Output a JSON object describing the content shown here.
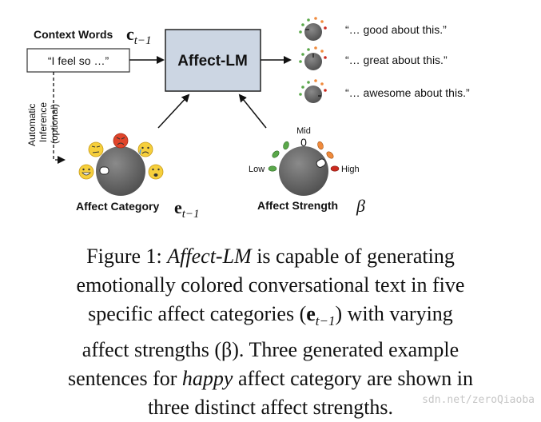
{
  "diagram": {
    "context_label": "Context Words",
    "context_symbol": "c",
    "context_subscript": "t−1",
    "input_text": "“I feel so …”",
    "model_label": "Affect-LM",
    "inference_line1": "Automatic",
    "inference_line2": "Inference",
    "inference_line3": "(optional)",
    "outputs": [
      "“… good about this.”",
      "“… great about this.”",
      "“… awesome about this.”"
    ],
    "affect_category_label": "Affect Category",
    "affect_category_symbol": "e",
    "affect_category_subscript": "t−1",
    "affect_strength_label": "Affect Strength",
    "affect_strength_symbol": "β",
    "strength_low": "Low",
    "strength_mid": "Mid",
    "strength_high": "High",
    "strength_zero": "0",
    "colors": {
      "model_box": "#ccd6e3",
      "knob": "#6b6b6b",
      "low": "#5aa84a",
      "high": "#cc2a1f",
      "orange": "#f08a3c",
      "emoji_yellow": "#f6cf3c",
      "emoji_red": "#e0452b"
    },
    "emoji_icons": [
      "grinning-emoji-icon",
      "confused-emoji-icon",
      "angry-emoji-icon",
      "crying-emoji-icon",
      "fearful-emoji-icon"
    ]
  },
  "caption": {
    "prefix": "Figure 1: ",
    "model_name": "Affect-LM",
    "line1_rest": " is capable of generating",
    "line2": "emotionally colored conversational text in five",
    "line3_a": "specific affect categories (",
    "line3_symbol": "e",
    "line3_sub": "t−1",
    "line3_b": ") with varying",
    "line4": "affect strengths (β). Three generated example",
    "line5_a": "sentences for ",
    "line5_happy": "happy",
    "line5_b": " affect category are shown in",
    "line6": "three distinct affect strengths."
  },
  "watermark": "sdn.net/zeroQiaoba"
}
